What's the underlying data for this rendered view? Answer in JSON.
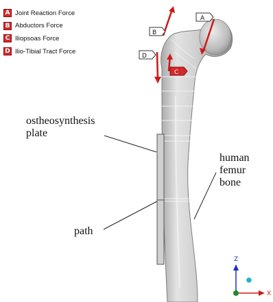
{
  "legend": {
    "items": [
      {
        "key": "A",
        "label": "Joint Reaction Force"
      },
      {
        "key": "B",
        "label": "Abductors Force"
      },
      {
        "key": "C",
        "label": "Iliopsoas Force"
      },
      {
        "key": "D",
        "label": "Ilio-Tibial Tract Force"
      }
    ]
  },
  "callouts": {
    "a": "A",
    "b": "B",
    "c": "C",
    "d": "D"
  },
  "annotations": {
    "plate_line1": "ostheosynthesis",
    "plate_line2": "plate",
    "bone_line1": "human",
    "bone_line2": "femur",
    "bone_line3": "bone",
    "path": "path"
  },
  "axes": {
    "x": "X",
    "z": "Z"
  },
  "colors": {
    "force_arrow": "#cc1c1c",
    "legend_key": "#d42a2a",
    "bone_fill": "#d2d2d2",
    "plate_fill": "#d0d0d0",
    "axis_x": "#cc1c1c",
    "axis_z": "#1a2fc0",
    "axis_origin": "#1f8a2a",
    "axis_marker": "#23b5c9"
  }
}
